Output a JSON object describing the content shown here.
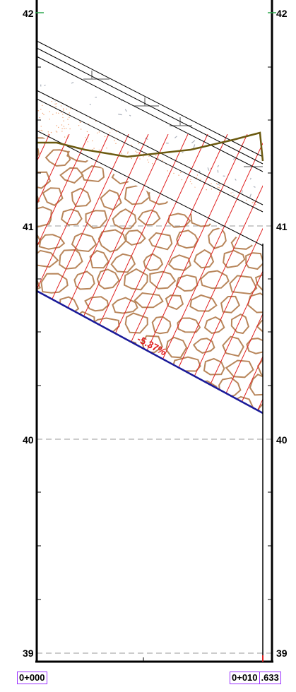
{
  "elevation_labels": {
    "left": [
      "42",
      "41",
      "40",
      "39"
    ],
    "right": [
      "42",
      "41",
      "40",
      "39"
    ]
  },
  "grade_label": "-5.37%",
  "stations": {
    "start": "0+000",
    "end_overlap": "0+010",
    "end_suffix": ".633"
  },
  "colors": {
    "frame": "#000000",
    "gridline": "#999999",
    "rock_outline": "#b8865b",
    "hatch": "#e02020",
    "subgrade": "#1a1a99",
    "ground_line": "#6b5a10",
    "sand_dots": "#f0a070",
    "gravel_specks": "#aab0bb",
    "station_box": "#9b30ff"
  }
}
